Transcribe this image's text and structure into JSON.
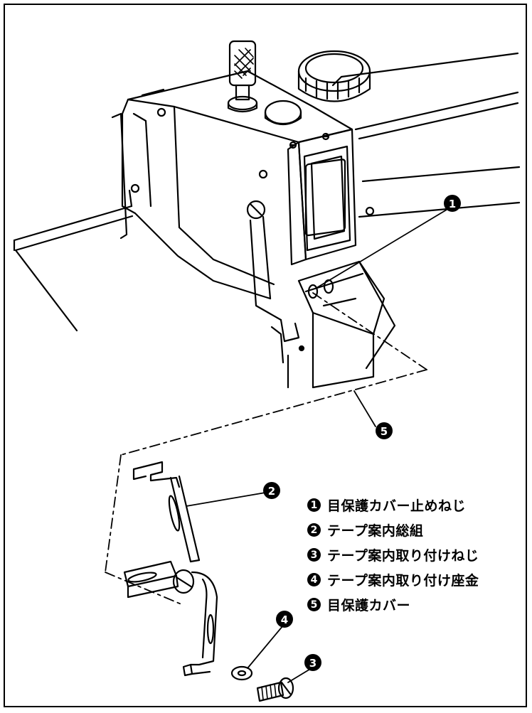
{
  "callouts": [
    "1",
    "2",
    "3",
    "4",
    "5"
  ],
  "legend": [
    {
      "num": "1",
      "text": "目保護カバー止めねじ"
    },
    {
      "num": "2",
      "text": "テープ案内総組"
    },
    {
      "num": "3",
      "text": "テープ案内取り付けねじ"
    },
    {
      "num": "4",
      "text": "テープ案内取り付け座金"
    },
    {
      "num": "5",
      "text": "目保護カバー"
    }
  ],
  "colors": {
    "ink": "#000000",
    "paper": "#ffffff"
  },
  "icons": [
    "machine-head-illustration",
    "tape-guide-bracket-illustration",
    "screw-icon",
    "washer-icon"
  ]
}
